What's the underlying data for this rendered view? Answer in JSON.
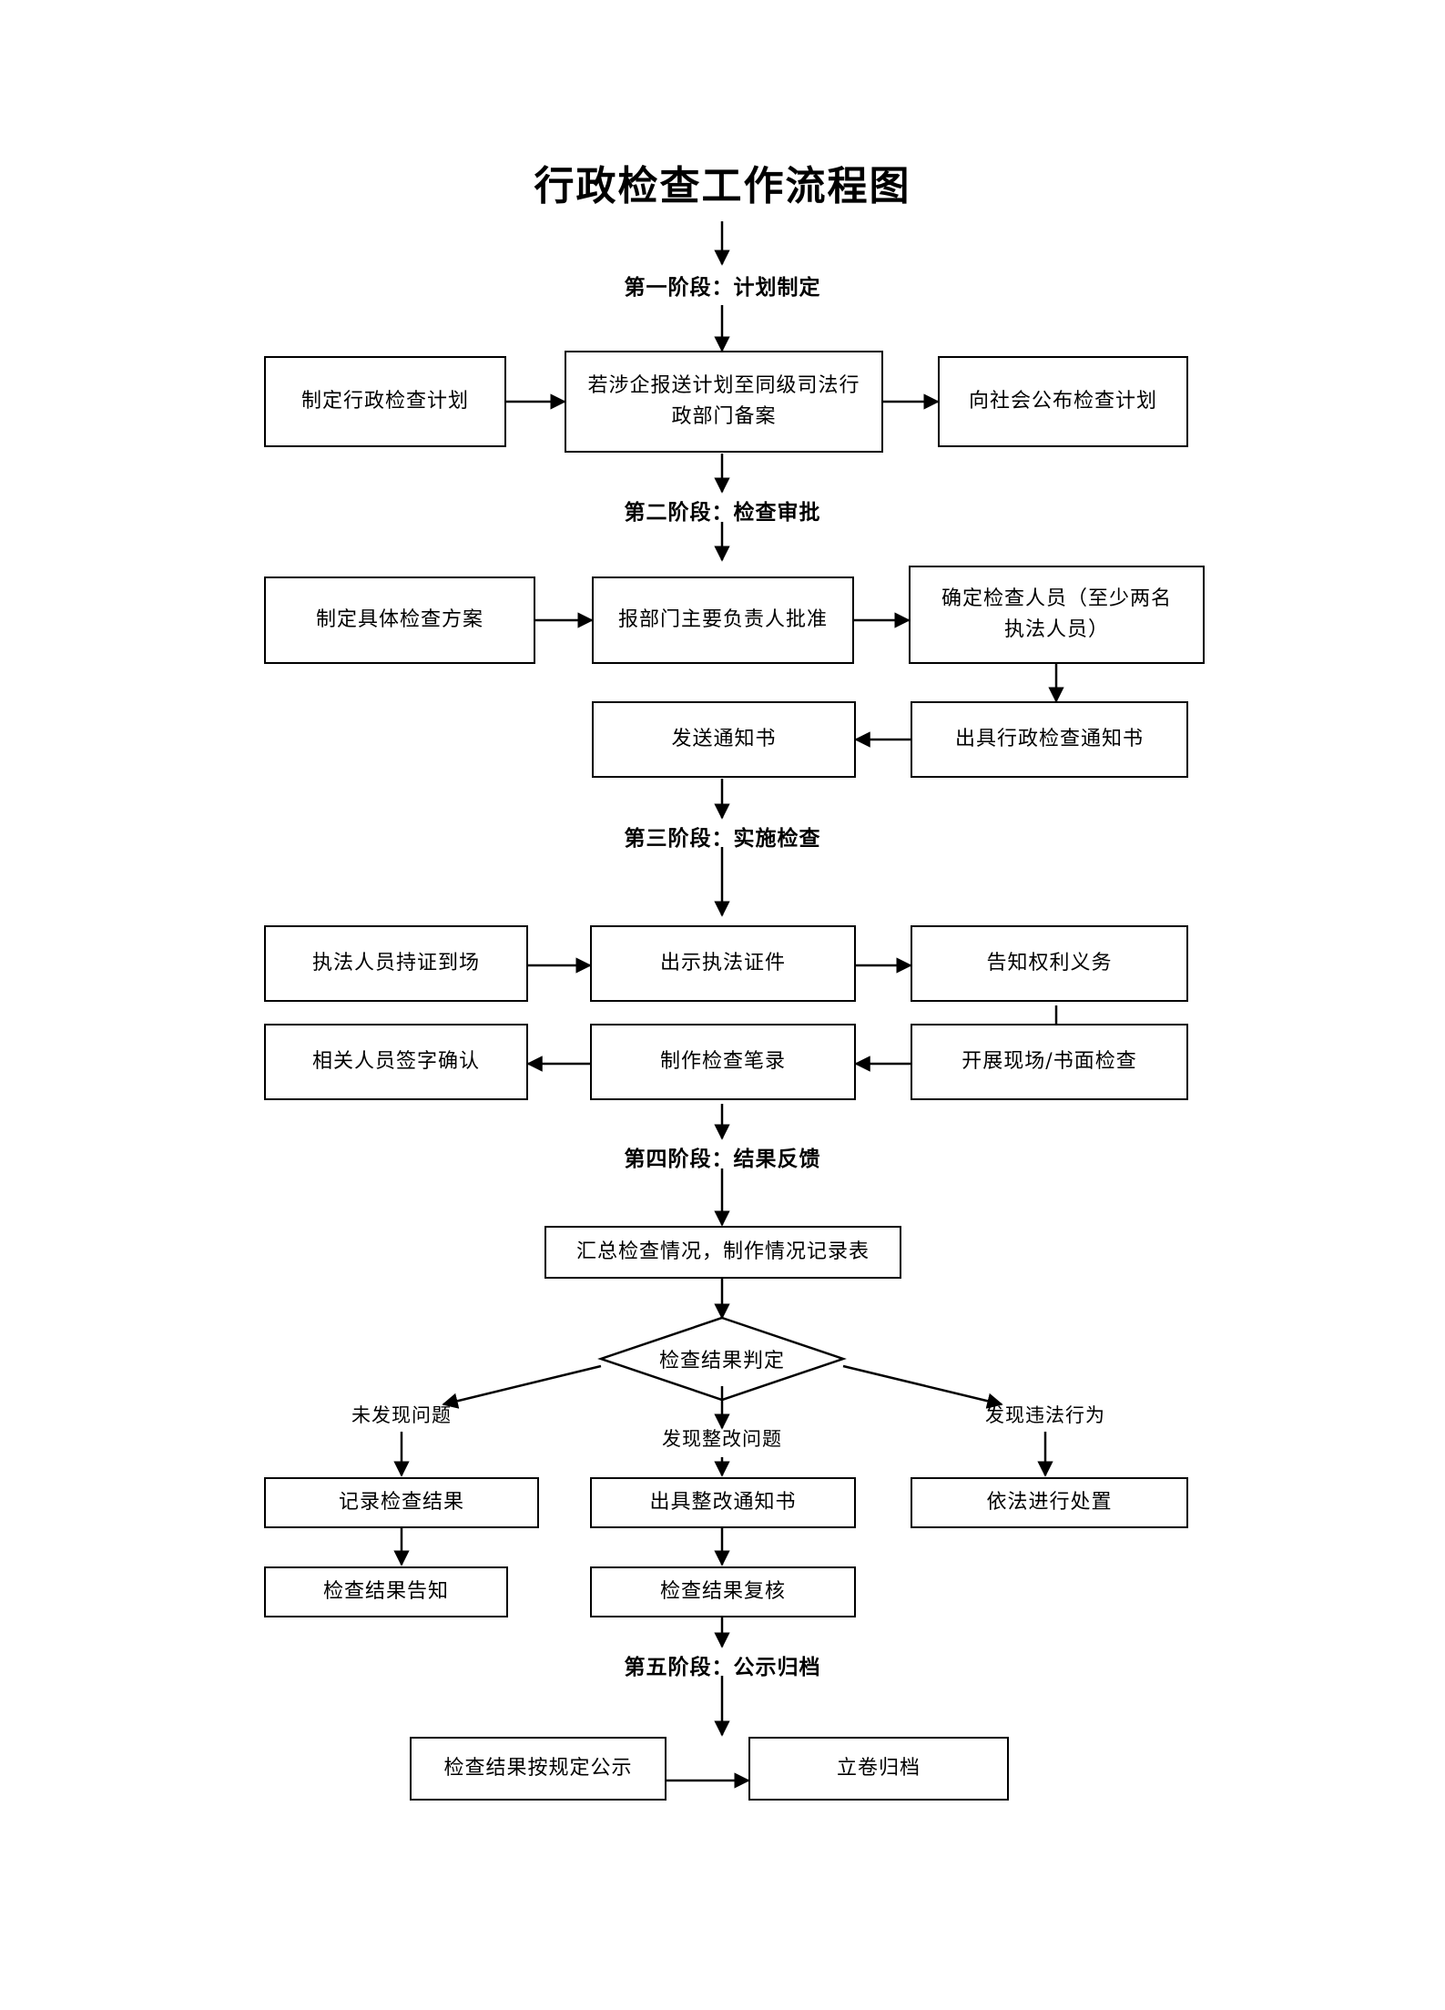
{
  "document": {
    "title": "行政检查工作流程图"
  },
  "stages": [
    {
      "id": "stage-1",
      "label": "第一阶段：计划制定"
    },
    {
      "id": "stage-2",
      "label": "第二阶段：检查审批"
    },
    {
      "id": "stage-3",
      "label": "第三阶段：实施检查"
    },
    {
      "id": "stage-4",
      "label": "第四阶段：结果反馈"
    },
    {
      "id": "stage-5",
      "label": "第五阶段：公示归档"
    }
  ],
  "nodes": {
    "n1": "制定行政检查计划",
    "n2_line1": "若涉企报送计划至同级司法行",
    "n2_line2": "政部门备案",
    "n3": "向社会公布检查计划",
    "n4": "制定具体检查方案",
    "n5": "报部门主要负责人批准",
    "n6_line1": "确定检查人员（至少两名",
    "n6_line2": "执法人员）",
    "n7": "发送通知书",
    "n8": "出具行政检查通知书",
    "n9": "执法人员持证到场",
    "n10": "出示执法证件",
    "n11": "告知权利义务",
    "n12": "相关人员签字确认",
    "n13": "制作检查笔录",
    "n14": "开展现场/书面检查",
    "n15": "汇总检查情况，制作情况记录表",
    "decision": "检查结果判定",
    "n16": "记录检查结果",
    "n17": "出具整改通知书",
    "n18": "依法进行处置",
    "n19": "检查结果告知",
    "n20": "检查结果复核",
    "n21": "检查结果按规定公示",
    "n22": "立卷归档"
  },
  "branch_labels": {
    "left": "未发现问题",
    "middle": "发现整改问题",
    "right": "发现违法行为"
  },
  "colors": {
    "stroke": "#000000",
    "background": "#ffffff",
    "text": "#000000"
  }
}
